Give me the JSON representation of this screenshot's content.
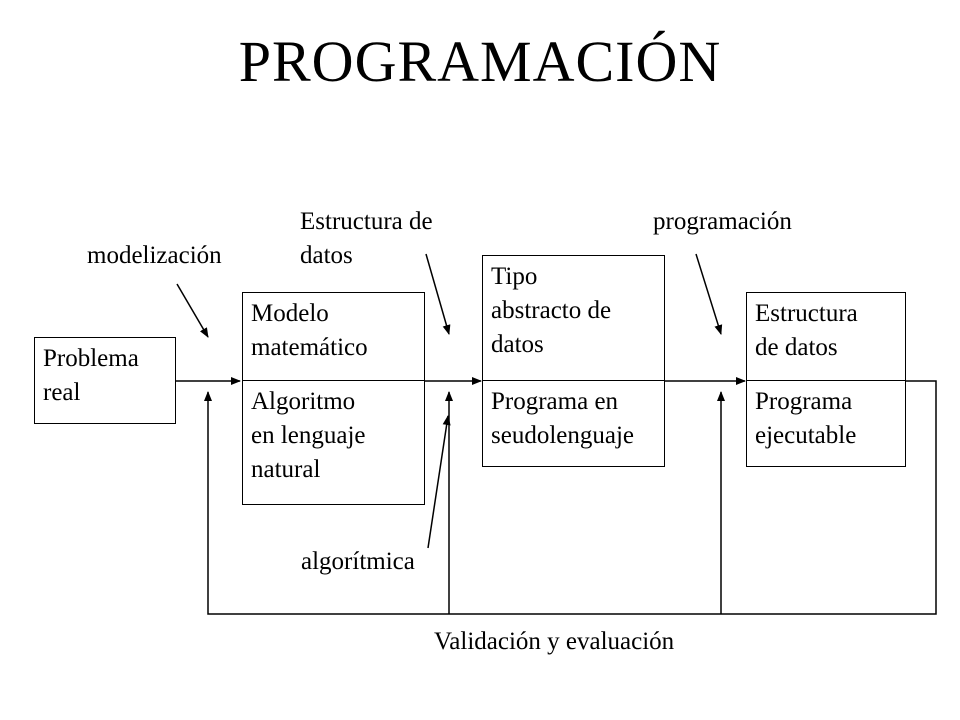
{
  "title": "PROGRAMACIÓN",
  "boxes": {
    "problema": "Problema\nreal",
    "modelo": "Modelo\nmatemático",
    "algoritmo": "Algoritmo\nen lenguaje\nnatural",
    "tipo": "Tipo\nabstracto de\ndatos",
    "programa_seudo": "Programa en\nseudolenguaje",
    "estructura": "Estructura\nde datos",
    "programa_ejec": "Programa\nejecutable"
  },
  "labels": {
    "modelizacion": "modelización",
    "estructura_de_datos": "Estructura de\ndatos",
    "programacion": "programación",
    "algoritmica": "algorítmica",
    "validacion": "Validación y evaluación"
  }
}
